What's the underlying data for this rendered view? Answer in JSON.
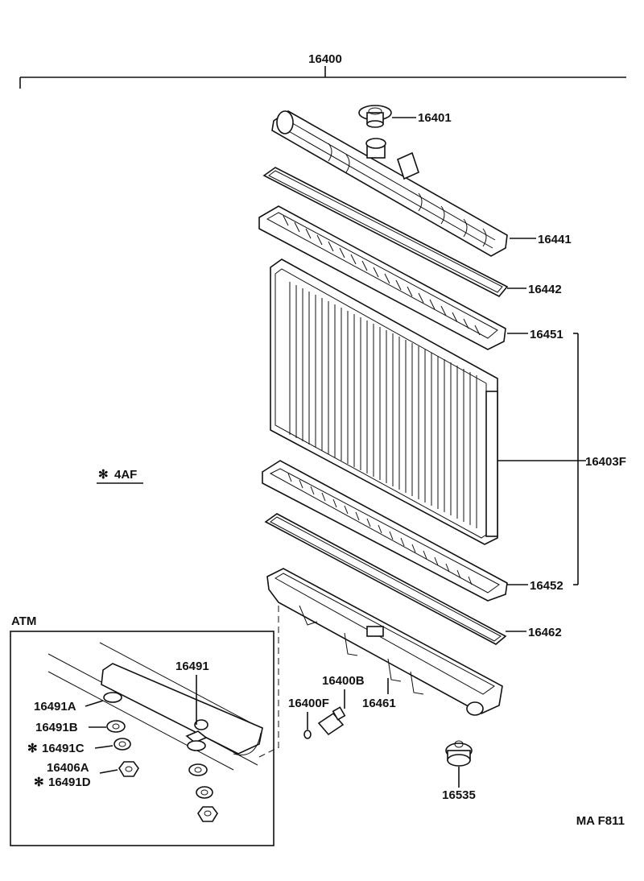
{
  "diagram": {
    "assembly_label": "16400",
    "labels": {
      "p16401": "16401",
      "p16441": "16441",
      "p16442": "16442",
      "p16451": "16451",
      "p16403F": "16403F",
      "p16452": "16452",
      "p16462": "16462",
      "p16461": "16461",
      "p16400B": "16400B",
      "p16400F": "16400F",
      "p16535": "16535",
      "p16491": "16491",
      "p16491A": "16491A",
      "p16491B": "16491B",
      "p16491C": "16491C",
      "p16406A": "16406A",
      "p16491D": "16491D"
    },
    "note_4af": "4AF",
    "inset_title": "ATM",
    "footer_code": "MA F811"
  },
  "icons": {
    "asterisk": "asterisk-icon"
  }
}
